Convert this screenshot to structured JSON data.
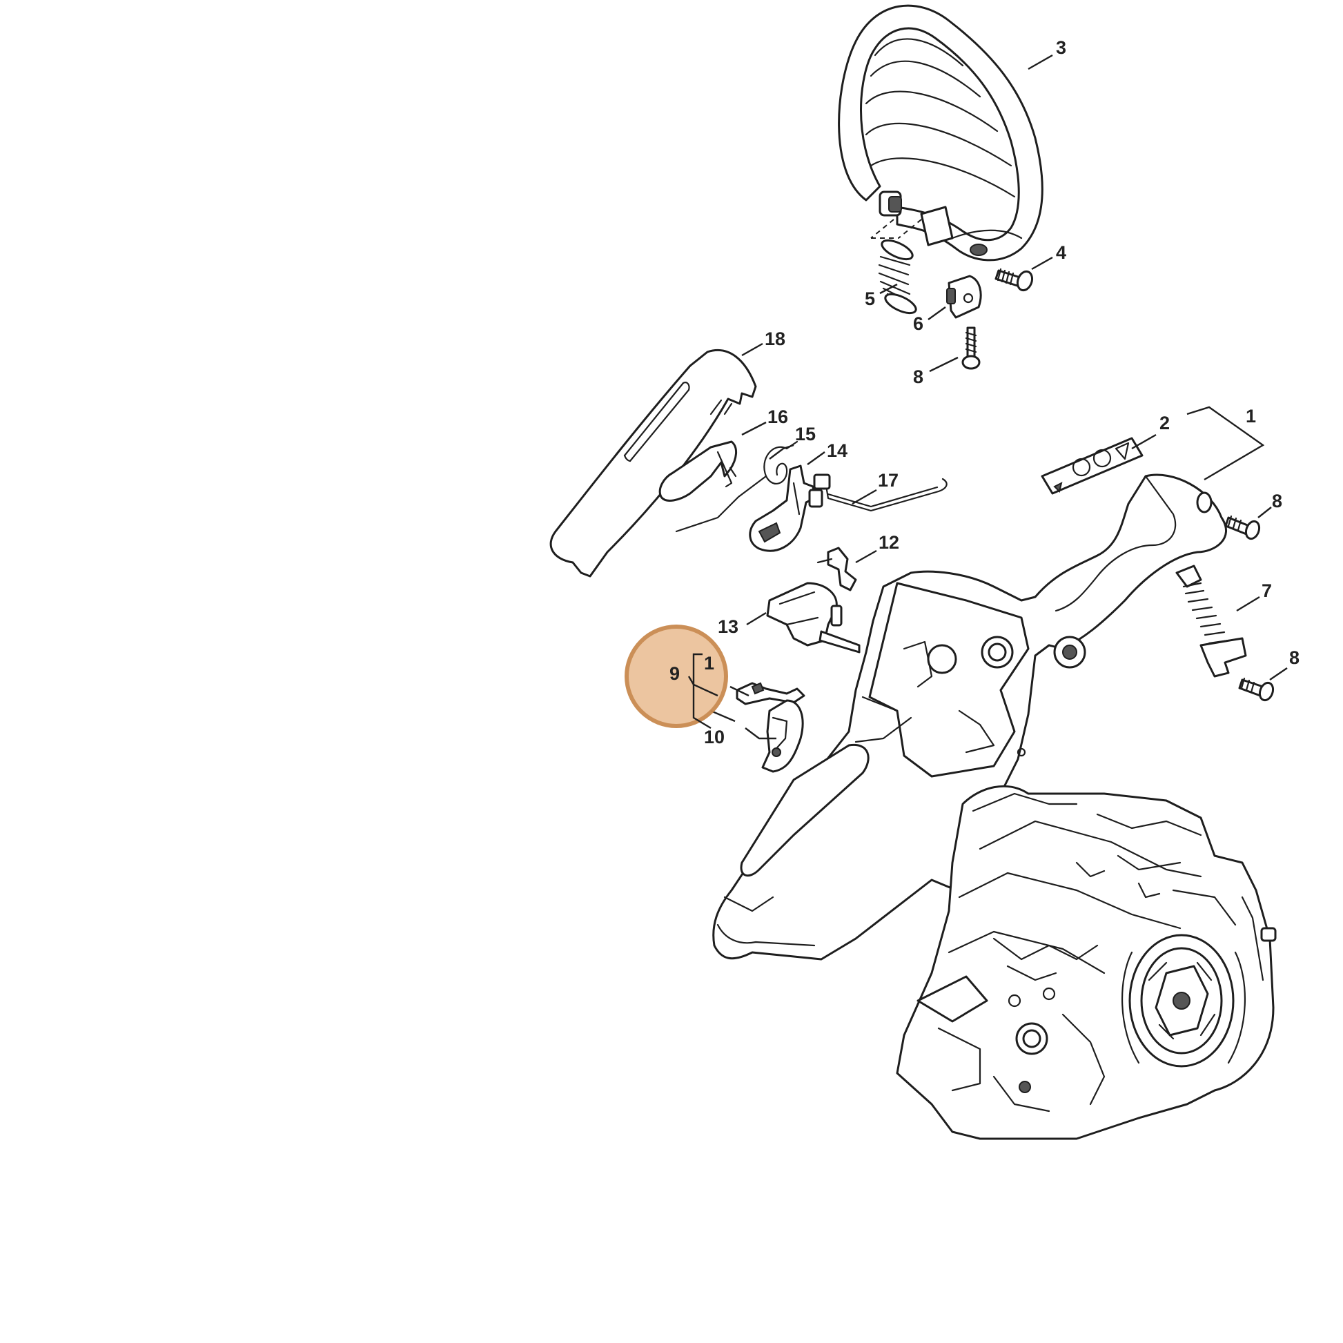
{
  "diagram": {
    "labels": [
      {
        "id": "l3",
        "text": "3"
      },
      {
        "id": "l4",
        "text": "4"
      },
      {
        "id": "l5",
        "text": "5"
      },
      {
        "id": "l6",
        "text": "6"
      },
      {
        "id": "l8a",
        "text": "8"
      },
      {
        "id": "l18",
        "text": "18"
      },
      {
        "id": "l16",
        "text": "16"
      },
      {
        "id": "l15",
        "text": "15"
      },
      {
        "id": "l14",
        "text": "14"
      },
      {
        "id": "l17",
        "text": "17"
      },
      {
        "id": "l2",
        "text": "2"
      },
      {
        "id": "l1a",
        "text": "1"
      },
      {
        "id": "l8b",
        "text": "8"
      },
      {
        "id": "l12",
        "text": "12"
      },
      {
        "id": "l7",
        "text": "7"
      },
      {
        "id": "l13",
        "text": "13"
      },
      {
        "id": "l9",
        "text": "9"
      },
      {
        "id": "l1b",
        "text": "1"
      },
      {
        "id": "l8c",
        "text": "8"
      },
      {
        "id": "l10",
        "text": "10"
      }
    ],
    "highlight_color": "#ecc29b",
    "highlight_stroke": "#c98a4f"
  }
}
